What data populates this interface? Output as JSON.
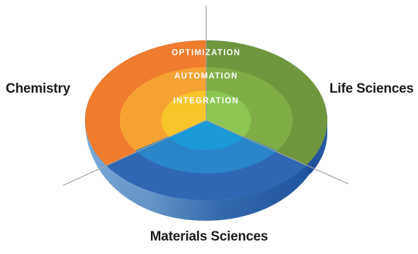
{
  "diagram": {
    "sectors": {
      "chemistry": "Chemistry",
      "life_sciences": "Life Sciences",
      "materials_sciences": "Materials Sciences"
    },
    "rings": {
      "outer": "OPTIMIZATION",
      "middle": "AUTOMATION",
      "inner": "INTEGRATION"
    },
    "colors": {
      "chemistry_outer": "#f07d2e",
      "chemistry_middle": "#f5a233",
      "chemistry_inner": "#f8c62a",
      "life_outer": "#70963d",
      "life_middle": "#81ad47",
      "life_inner": "#8ec654",
      "materials_outer": "#3c75bd",
      "materials_middle": "#2b85c9",
      "materials_inner": "#1b9ad8",
      "bowl_light": "#7fb0e3",
      "bowl_dark": "#1c55a5",
      "divider_lines": "#a0a0a0"
    }
  }
}
